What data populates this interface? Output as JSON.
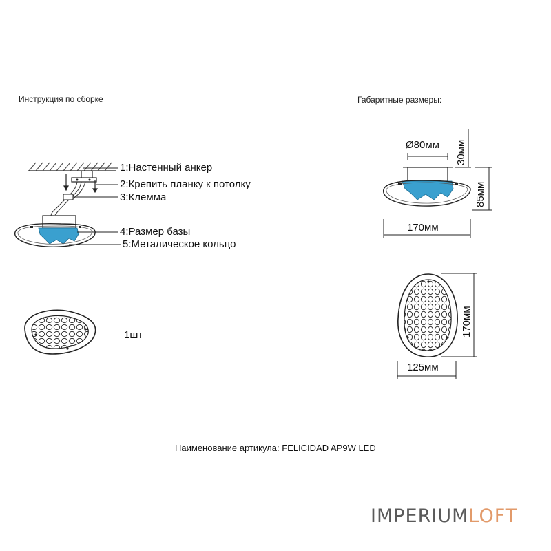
{
  "headings": {
    "assembly": "Инструкция по сборке",
    "dimensions": "Габаритные размеры:"
  },
  "callouts": [
    "1:Настенный анкер",
    "2:Крепить планку к потолку",
    "3:Клемма",
    "4:Размер базы",
    "5:Металическое кольцо"
  ],
  "quantity": "1шт",
  "dimensions": {
    "base_diameter": "Ø80мм",
    "base_height": "30мм",
    "total_height": "85мм",
    "width_side": "170мм",
    "length_top": "170мм",
    "width_top": "125мм"
  },
  "article": "Наименование артикула: FELICIDAD AP9W LED",
  "brand": {
    "part1": "IMPERIUM",
    "part2": "LOFT"
  },
  "colors": {
    "crystal": "#3aa0cf",
    "line": "#222222",
    "brand_gray": "#5a5a5a",
    "brand_orange": "#e29a6a"
  }
}
